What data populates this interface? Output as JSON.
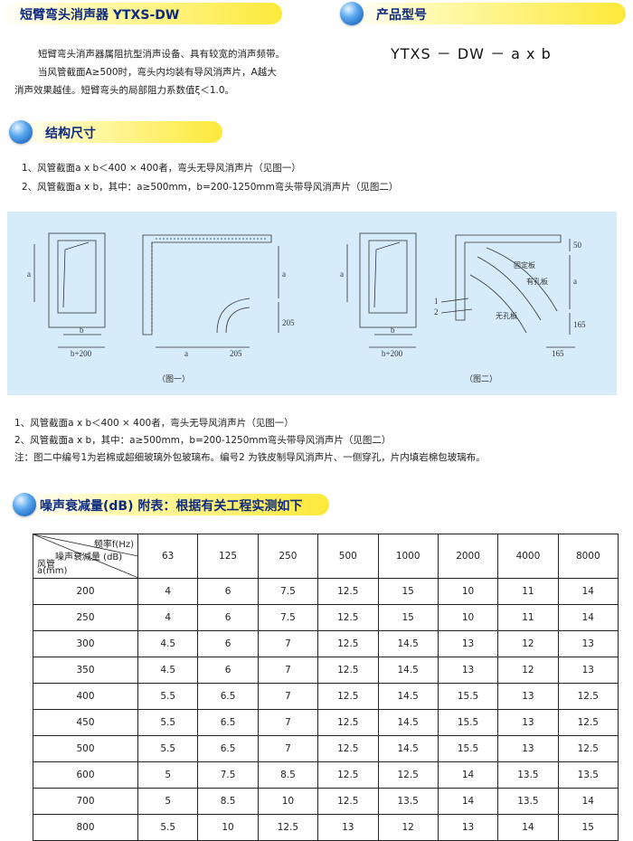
{
  "header_left": "短臂弯头消声器 YTXS-DW",
  "header_right": "产品型号",
  "intro_lines": [
    "短臂弯头消声器属阻抗型消声设备、具有较宽的消声频带。",
    "当风管截面A≥500时，弯头内均装有导风消声片，A越大",
    "消声效果越佳。短臂弯头的局部阻力系数值ξ＜1.0。"
  ],
  "model_code": "YTXS － DW － a x b",
  "structure_heading": "结构尺寸",
  "structure_items": [
    "1、风管截面a x b＜400 × 400者，弯头无导风消声片（见图一）",
    "2、风管截面a x b，其中：a≥500mm，b=200-1250mm弯头带导风消声片（见图二）"
  ],
  "diagram": {
    "fig1_caption": "（图一）",
    "fig2_caption": "（图二）",
    "dim_a": "a",
    "dim_b": "b",
    "dim_b200": "b+200",
    "dim_205": "205",
    "dim_165": "165",
    "dim_50": "50",
    "label_fixed_plate": "固定板",
    "label_perforated": "有孔板",
    "label_solid": "无孔板",
    "callout_1": "1",
    "callout_2": "2"
  },
  "notes": [
    "1、风管截面a x b＜400 × 400者，弯头无导风消声片（见图一）",
    "2、风管截面a x b，其中：a≥500mm，b=200-1250mm弯头带导风消声片（见图二）",
    "注：图二中编号1为岩棉或超细玻璃外包玻璃布。编号2 为铁皮制导风消声片、一侧穿孔，片内填岩棉包玻璃布。"
  ],
  "table_heading": "噪声衰减量(dB) 附表：根据有关工程实测如下",
  "table": {
    "corner_freq": "频率f(Hz)",
    "corner_atten": "噪声衰减量 (dB)",
    "corner_duct": "风管",
    "corner_amm": "a(mm)",
    "frequencies": [
      "63",
      "125",
      "250",
      "500",
      "1000",
      "2000",
      "4000",
      "8000"
    ],
    "rows": [
      {
        "a": "200",
        "v": [
          "4",
          "6",
          "7.5",
          "12.5",
          "15",
          "10",
          "11",
          "14"
        ]
      },
      {
        "a": "250",
        "v": [
          "4",
          "6",
          "7.5",
          "12.5",
          "15",
          "10",
          "11",
          "14"
        ]
      },
      {
        "a": "300",
        "v": [
          "4.5",
          "6",
          "7",
          "12.5",
          "14.5",
          "13",
          "12",
          "13"
        ]
      },
      {
        "a": "350",
        "v": [
          "4.5",
          "6",
          "7",
          "12.5",
          "14.5",
          "13",
          "12",
          "13"
        ]
      },
      {
        "a": "400",
        "v": [
          "5.5",
          "6.5",
          "7",
          "12.5",
          "14.5",
          "15.5",
          "13",
          "12.5"
        ]
      },
      {
        "a": "450",
        "v": [
          "5.5",
          "6.5",
          "7",
          "12.5",
          "14.5",
          "15.5",
          "13",
          "12.5"
        ]
      },
      {
        "a": "500",
        "v": [
          "5.5",
          "6.5",
          "7",
          "12.5",
          "14.5",
          "15.5",
          "13",
          "12.5"
        ]
      },
      {
        "a": "600",
        "v": [
          "5",
          "7.5",
          "8.5",
          "12.5",
          "12.5",
          "14",
          "13.5",
          "13.5"
        ]
      },
      {
        "a": "700",
        "v": [
          "5",
          "8.5",
          "10",
          "12.5",
          "13.5",
          "14",
          "13.5",
          "14"
        ]
      },
      {
        "a": "800",
        "v": [
          "5.5",
          "10",
          "12.5",
          "13",
          "12",
          "13",
          "14",
          "15"
        ]
      }
    ]
  },
  "colors": {
    "pill_yellow": "#fde93a",
    "ball_blue": "#0a4fb0",
    "heading_blue": "#0d2a80",
    "diagram_bg": "#d6ecfb"
  }
}
